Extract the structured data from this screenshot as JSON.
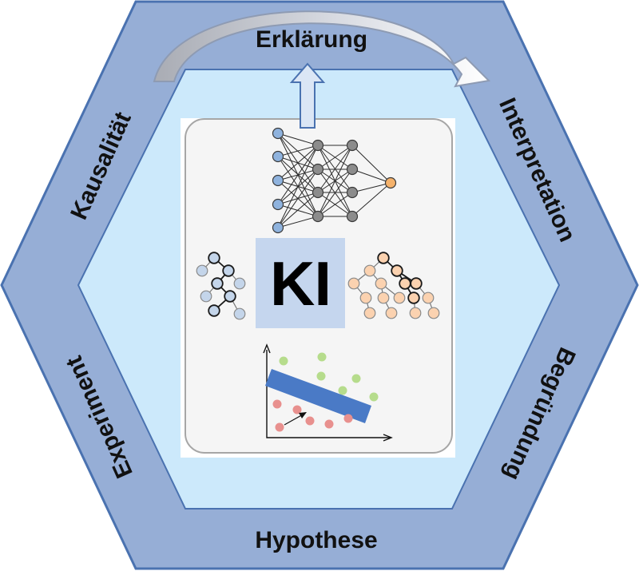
{
  "labels": {
    "top": "Erklärung",
    "top_right": "Interpretation",
    "bottom_right": "Begründung",
    "bottom": "Hypothese",
    "bottom_left": "Experiment",
    "top_left": "Kausalität"
  },
  "center": {
    "text": "KI"
  },
  "colors": {
    "outer_hexagon": "#96aed6",
    "outer_stroke": "#4a72b0",
    "inner_hexagon": "#cce9fb",
    "card": "#f5f5f5",
    "ki_box": "#c5d6ee",
    "nn_input": "#8fb3de",
    "nn_hidden": "#8c8c8c",
    "nn_output": "#f5b26b",
    "tree_left": "#c4d5ea",
    "tree_right": "#fbd2b0",
    "scatter_green": "#b6dc8c",
    "scatter_red": "#e8908e",
    "separator_band": "#4a7ac6"
  },
  "icons": [
    "neural-network-icon",
    "decision-tree-icon",
    "scatter-plot-icon",
    "curved-arrow-icon",
    "up-arrow-icon"
  ]
}
